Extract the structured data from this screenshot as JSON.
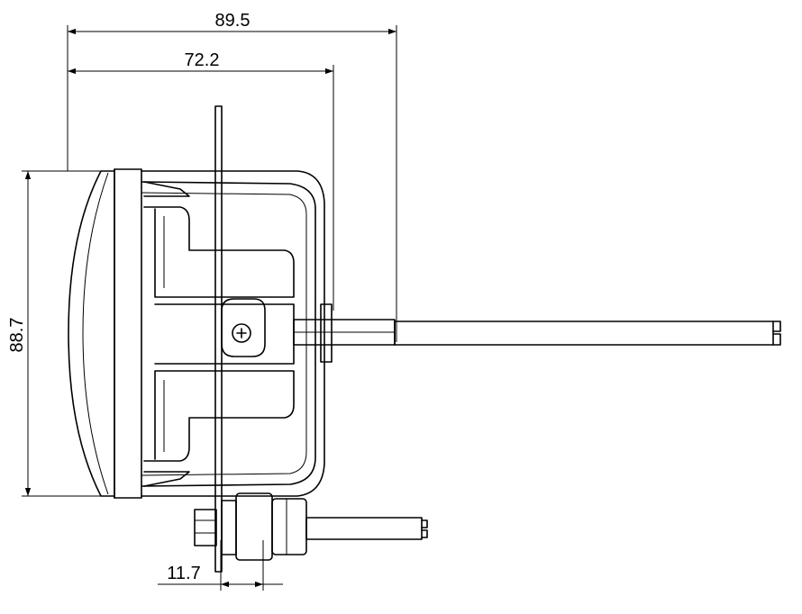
{
  "dimensions": {
    "overall_length": "89.5",
    "body_length": "72.2",
    "height": "88.7",
    "bracket_offset": "11.7"
  }
}
